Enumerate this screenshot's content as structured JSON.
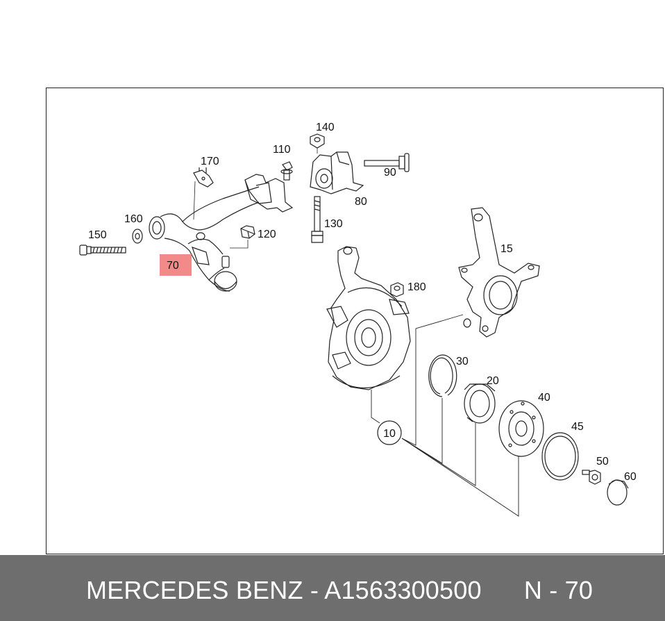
{
  "labels": {
    "p10": "10",
    "p15": "15",
    "p20": "20",
    "p30": "30",
    "p40": "40",
    "p45": "45",
    "p50": "50",
    "p60": "60",
    "p70": "70",
    "p80": "80",
    "p90": "90",
    "p110": "110",
    "p120": "120",
    "p130": "130",
    "p140": "140",
    "p150": "150",
    "p160": "160",
    "p170": "170",
    "p180": "180"
  },
  "highlight_color": "#f28a8a",
  "footer": {
    "text": "MERCEDES BENZ - A1563300500      N - 70"
  }
}
